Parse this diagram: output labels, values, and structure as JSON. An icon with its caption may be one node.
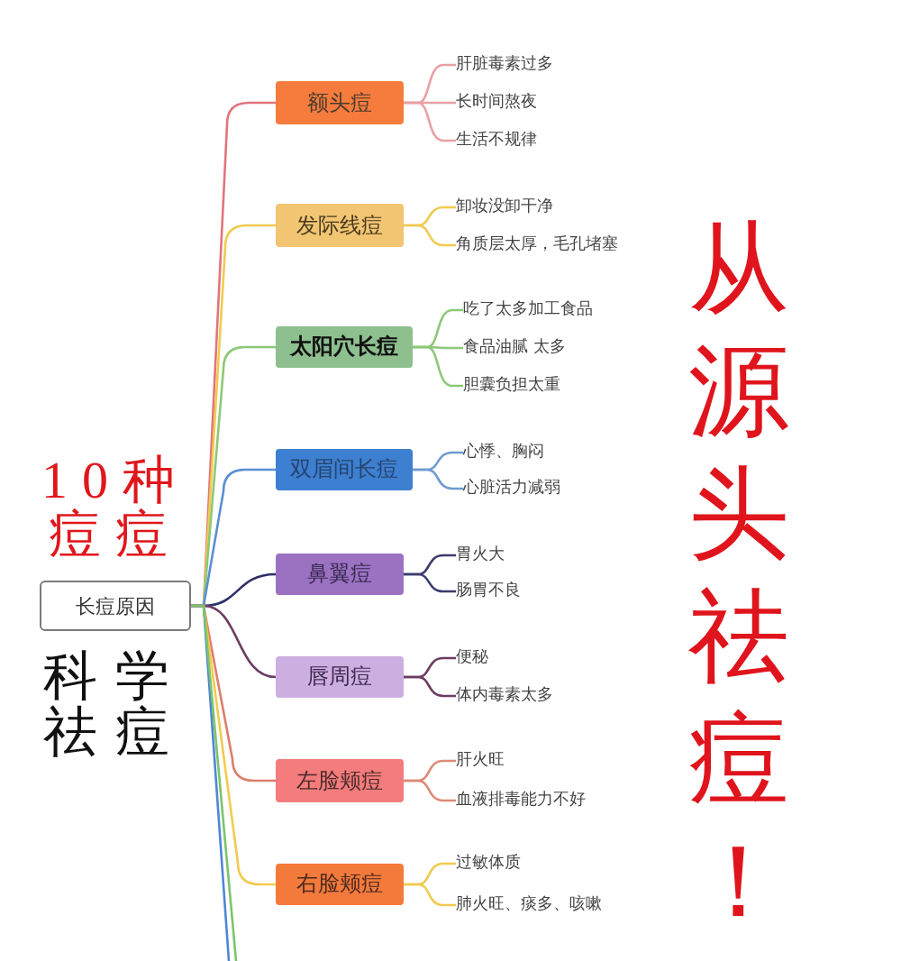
{
  "diagram": {
    "nodes": [
      {
        "text": [
          "长痘原因"
        ]
      },
      {
        "text": [
          "额头痘"
        ]
      },
      {
        "text": [
          "肝脏毒素过多"
        ]
      },
      {
        "text": [
          "长时间熬夜"
        ]
      },
      {
        "text": [
          "生活不规律"
        ]
      },
      {
        "text": [
          "发际线痘"
        ]
      },
      {
        "text": [
          "卸妆没卸干净"
        ]
      },
      {
        "text": [
          "角质层太厚，毛孔堵塞"
        ]
      },
      {
        "text": [
          "太阳穴长痘"
        ]
      },
      {
        "text": [
          "吃了太多加工食品"
        ]
      },
      {
        "text": [
          "食品油腻 太多"
        ]
      },
      {
        "text": [
          "胆囊负担太重"
        ]
      },
      {
        "text": [
          "双眉间长痘"
        ]
      },
      {
        "text": [
          "心悸、胸闷"
        ]
      },
      {
        "text": [
          "心脏活力减弱"
        ]
      },
      {
        "text": [
          "鼻翼痘"
        ]
      },
      {
        "text": [
          "胃火大"
        ]
      },
      {
        "text": [
          "肠胃不良"
        ]
      },
      {
        "text": [
          "唇周痘"
        ]
      },
      {
        "text": [
          "便秘"
        ]
      },
      {
        "text": [
          "体内毒素太多"
        ]
      },
      {
        "text": [
          "左脸颊痘"
        ]
      },
      {
        "text": [
          "肝火旺"
        ]
      },
      {
        "text": [
          "血液排毒能力不好"
        ]
      },
      {
        "text": [
          "右脸颊痘"
        ]
      },
      {
        "text": [
          "过敏体质"
        ]
      },
      {
        "text": [
          "肺火旺、痰多、咳嗽"
        ]
      }
    ],
    "edges": [
      {
        "from": 0,
        "to": 1,
        "arrow": "none",
        "color": "#e2747c"
      },
      {
        "from": 1,
        "to": 2,
        "arrow": "none",
        "color": "#e9a0a4"
      },
      {
        "from": 1,
        "to": 3,
        "arrow": "none",
        "color": "#e9a0a4"
      },
      {
        "from": 1,
        "to": 4,
        "arrow": "none",
        "color": "#e9a0a4"
      },
      {
        "from": 0,
        "to": 5,
        "arrow": "none",
        "color": "#f1cb4f"
      },
      {
        "from": 5,
        "to": 6,
        "arrow": "none",
        "color": "#f1cb4f"
      },
      {
        "from": 5,
        "to": 7,
        "arrow": "none",
        "color": "#f1cb4f"
      },
      {
        "from": 0,
        "to": 8,
        "arrow": "none",
        "color": "#8dc878"
      },
      {
        "from": 8,
        "to": 9,
        "arrow": "none",
        "color": "#8dc878"
      },
      {
        "from": 8,
        "to": 10,
        "arrow": "none",
        "color": "#8dc878"
      },
      {
        "from": 8,
        "to": 11,
        "arrow": "none",
        "color": "#8dc878"
      },
      {
        "from": 0,
        "to": 12,
        "arrow": "none",
        "color": "#5a8fd4"
      },
      {
        "from": 12,
        "to": 13,
        "arrow": "none",
        "color": "#6e9bd2"
      },
      {
        "from": 12,
        "to": 14,
        "arrow": "none",
        "color": "#6e9bd2"
      },
      {
        "from": 0,
        "to": 15,
        "arrow": "none",
        "color": "#2e2e6a"
      },
      {
        "from": 15,
        "to": 16,
        "arrow": "none",
        "color": "#3b3b6e"
      },
      {
        "from": 15,
        "to": 17,
        "arrow": "none",
        "color": "#3b3b6e"
      },
      {
        "from": 0,
        "to": 18,
        "arrow": "none",
        "color": "#6d3d62"
      },
      {
        "from": 18,
        "to": 19,
        "arrow": "none",
        "color": "#6d3d62"
      },
      {
        "from": 18,
        "to": 20,
        "arrow": "none",
        "color": "#6d3d62"
      },
      {
        "from": 0,
        "to": 21,
        "arrow": "none",
        "color": "#de7f6c"
      },
      {
        "from": 21,
        "to": 22,
        "arrow": "none",
        "color": "#de8a78"
      },
      {
        "from": 21,
        "to": 23,
        "arrow": "none",
        "color": "#de8a78"
      },
      {
        "from": 0,
        "to": 24,
        "arrow": "none",
        "color": "#f1cb4f"
      },
      {
        "from": 24,
        "to": 25,
        "arrow": "none",
        "color": "#f1cb4f"
      },
      {
        "from": 24,
        "to": 26,
        "arrow": "none",
        "color": "#f1cb4f"
      },
      {
        "from": 0,
        "to": null,
        "arrow": "none",
        "color": "#4f86d6"
      },
      {
        "from": 0,
        "to": null,
        "arrow": "none",
        "color": "#7cc46a"
      }
    ],
    "labels": [
      "10种痘痘",
      "科学祛痘",
      "从源头祛痘！"
    ]
  }
}
